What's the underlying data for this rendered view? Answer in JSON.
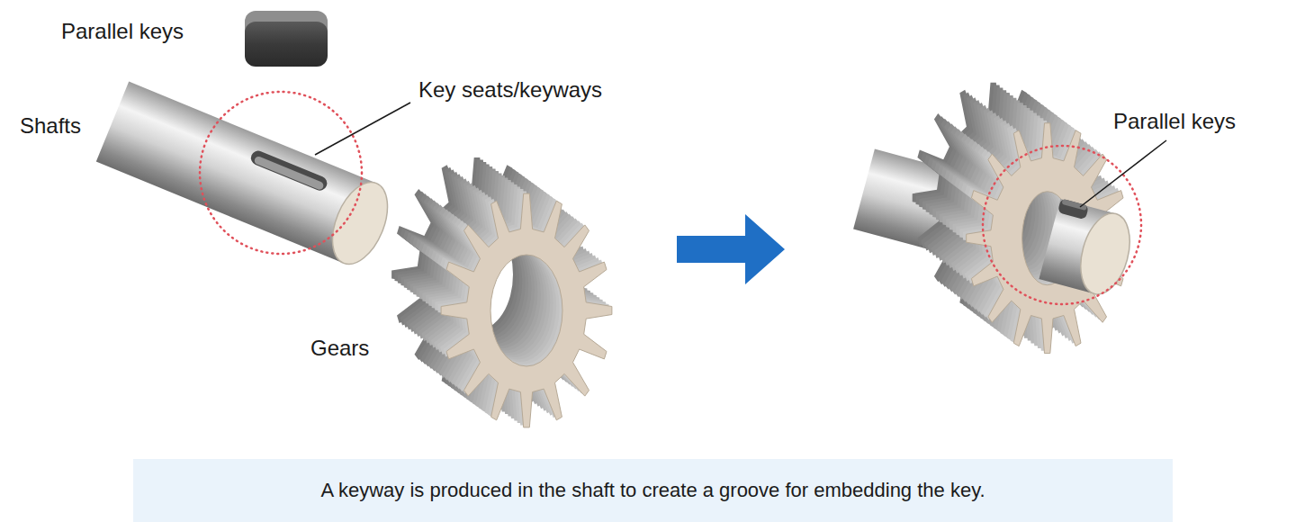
{
  "diagram": {
    "caption": "A keyway is produced in the shaft to create a groove for embedding the key.",
    "labels": [
      "Parallel keys",
      "Key seats/keyways",
      "Parallel keys",
      "Shafts",
      "Gears"
    ]
  }
}
